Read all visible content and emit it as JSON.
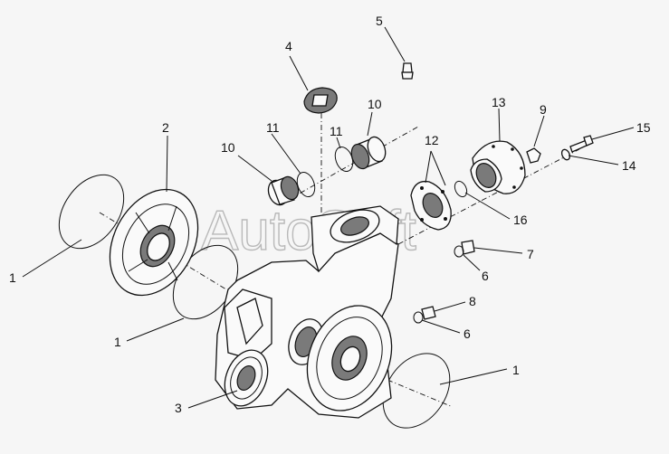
{
  "watermark": "AutoSoft",
  "callouts": [
    {
      "id": "c1a",
      "text": "1"
    },
    {
      "id": "c1b",
      "text": "1"
    },
    {
      "id": "c1c",
      "text": "1"
    },
    {
      "id": "c2",
      "text": "2"
    },
    {
      "id": "c3",
      "text": "3"
    },
    {
      "id": "c4",
      "text": "4"
    },
    {
      "id": "c5",
      "text": "5"
    },
    {
      "id": "c6a",
      "text": "6"
    },
    {
      "id": "c6b",
      "text": "6"
    },
    {
      "id": "c7",
      "text": "7"
    },
    {
      "id": "c8",
      "text": "8"
    },
    {
      "id": "c9",
      "text": "9"
    },
    {
      "id": "c10a",
      "text": "10"
    },
    {
      "id": "c10b",
      "text": "10"
    },
    {
      "id": "c11a",
      "text": "11"
    },
    {
      "id": "c11b",
      "text": "11"
    },
    {
      "id": "c12",
      "text": "12"
    },
    {
      "id": "c13",
      "text": "13"
    },
    {
      "id": "c14",
      "text": "14"
    },
    {
      "id": "c15",
      "text": "15"
    },
    {
      "id": "c16",
      "text": "16"
    }
  ]
}
